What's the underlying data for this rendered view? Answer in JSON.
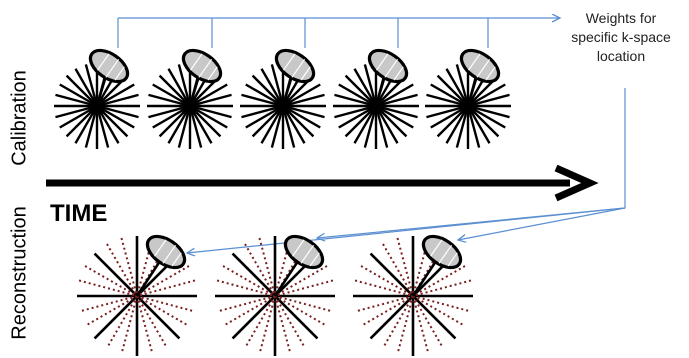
{
  "labels": {
    "calibration": "Calibration",
    "reconstruction": "Reconstruction",
    "time": "TIME",
    "weights": "Weights for\nspecific k-space\nlocation"
  },
  "colors": {
    "spokes": "#000000",
    "undersampled_spokes": "#7a1f1f",
    "connector": "#5b8fd0",
    "kernel_fill": "#c8c8c8"
  },
  "calibration_frames": 5,
  "reconstruction_frames": 3
}
